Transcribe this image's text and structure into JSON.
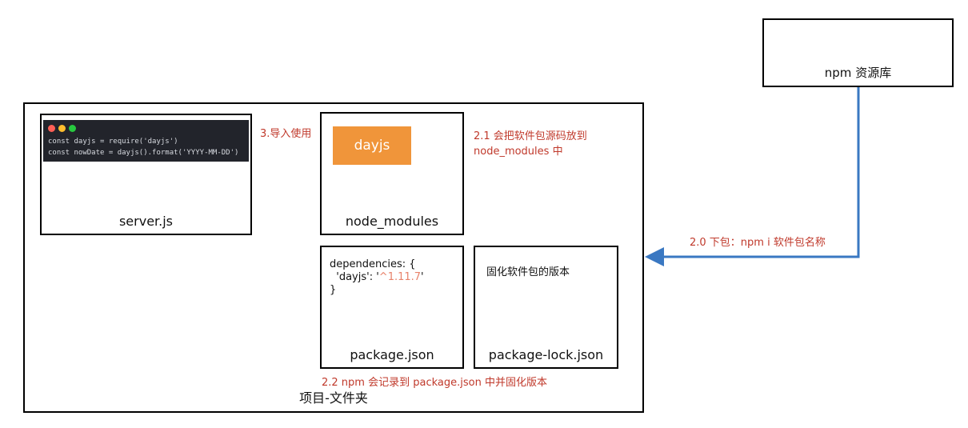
{
  "project": {
    "label": "项目-文件夹"
  },
  "server": {
    "label": "server.js",
    "code": [
      "const dayjs = require('dayjs')",
      "const nowDate = dayjs().format('YYYY-MM-DD')"
    ]
  },
  "node_modules": {
    "label": "node_modules",
    "package": "dayjs"
  },
  "package_json": {
    "label": "package.json",
    "deps_line1": "dependencies: {",
    "deps_key": "  'dayjs': '",
    "deps_version": "^1.11.7",
    "deps_close_quote": "'",
    "deps_end": "}"
  },
  "package_lock": {
    "label": "package-lock.json",
    "desc": "固化软件包的版本"
  },
  "npm_registry": {
    "label": "npm 资源库"
  },
  "annotations": {
    "import": "3.导入使用",
    "put_line1": "2.1 会把软件包源码放到",
    "put_line2": "node_modules 中",
    "download": "2.0 下包：npm i 软件包名称",
    "record": "2.2 npm 会记录到 package.json 中并固化版本"
  },
  "colors": {
    "arrow": "#3a78c2",
    "annotation": "#c0392b",
    "package_block": "#f0953a",
    "version": "#e8836b",
    "code_bg": "#22242b"
  }
}
